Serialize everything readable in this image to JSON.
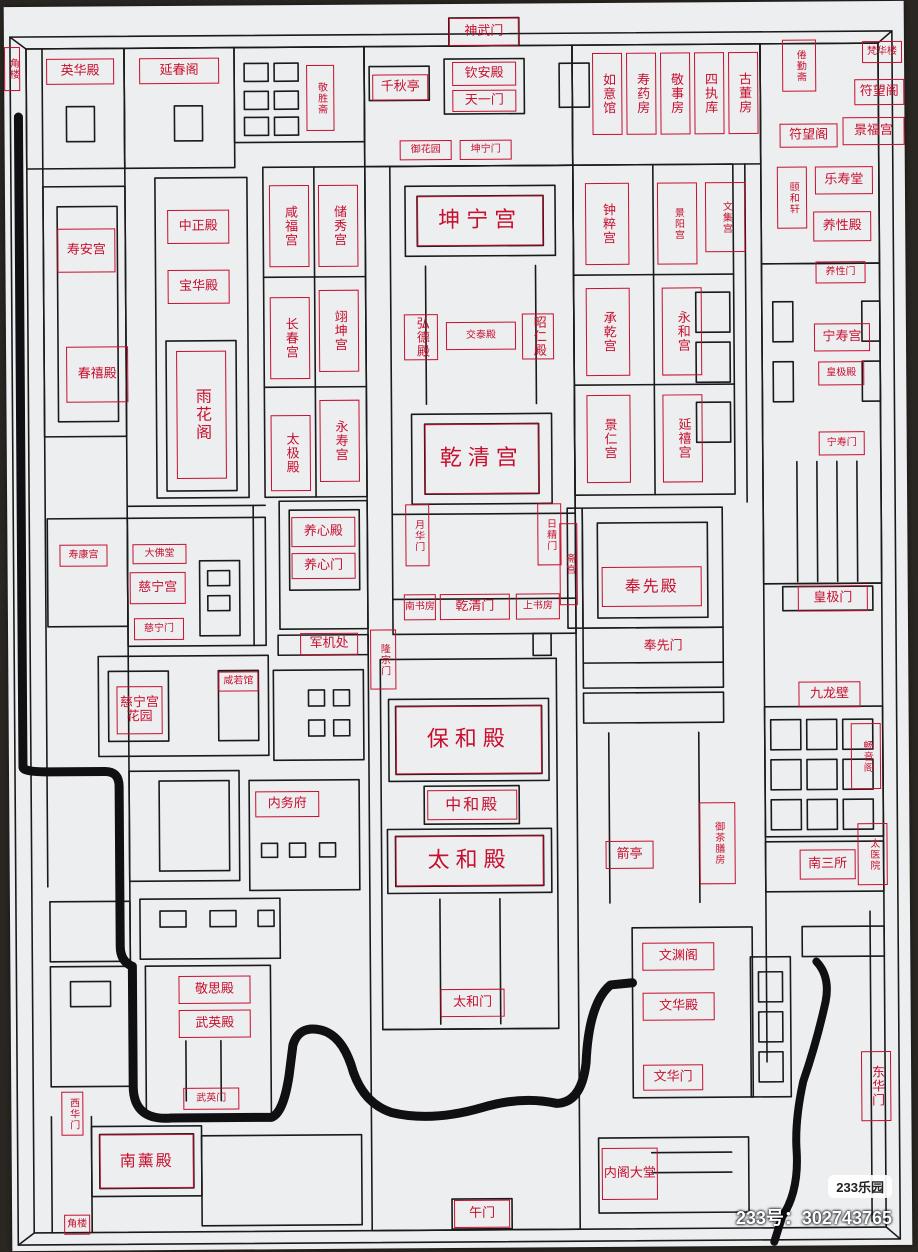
{
  "palette": {
    "ink": "#1a1a1a",
    "label": "#c8102e",
    "paper": "#eceef0",
    "river": "#0f0f14"
  },
  "labels": {
    "shenwumen": "神武门",
    "yinghuadian": "英华殿",
    "yingchunge": "延春阁",
    "shuixiu": "敬胜斋",
    "qianqiuting": "千秋亭",
    "qinandian": "钦安殿",
    "tianyimen": "天一门",
    "ruyiguan": "如意馆",
    "shoukangfang": "寿药房",
    "jingshifang": "敬事房",
    "sizhiku": "四执库",
    "gudongfang": "古董房",
    "yuhuayuan": "御花园",
    "kunningmen": "坤宁门",
    "juanqinzhai": "倦勤斋",
    "fanhualou": "梵华楼",
    "fuwangge": "符望阁",
    "jingqige": "景福宫",
    "shouandian_cn": "寿安宫",
    "chunxidian": "春禧殿",
    "zhongzhengdian": "中正殿",
    "baohuadian": "宝华殿",
    "xianfugong": "咸福宫",
    "chuxiugong": "储秀宫",
    "kunninggong": "坤宁宫",
    "zhongcuigong": "钟粹宫",
    "jingyanggong": "景阳宫",
    "zhongdinggong": "文集宫",
    "yanqulou": "颐和轩",
    "leshoutang": "乐寿堂",
    "yangxingdian": "养性殿",
    "yangxingmen": "养性门",
    "changchungong": "长春宫",
    "yikungong": "翊坤宫",
    "hongdedian": "弘德殿",
    "jiaotaidian": "交泰殿",
    "zhaorendian": "昭仁殿",
    "chengqiangong": "承乾宫",
    "yonghegong": "永和宫",
    "ningshougong": "宁寿宫",
    "huangjidian": "皇极殿",
    "ningshoumen": "宁寿门",
    "yuhuage": "雨花阁",
    "taijidian": "太极殿",
    "yongshougong": "永寿宫",
    "qianqinggong": "乾清宫",
    "jingrengong": "景仁宫",
    "yanxigong": "延禧宫",
    "yuehuamen": "月华门",
    "rijingmen": "日精门",
    "yangxindian": "养心殿",
    "yangxinmen": "养心门",
    "shoukanggong": "寿康宫",
    "dafodian": "大佛堂",
    "cininggong": "慈宁宫",
    "ciningmen": "慈宁门",
    "fengxiandian": "奉先殿",
    "fengxianmen": "奉先门",
    "nanshufang": "南书房",
    "qianqingmen": "乾清门",
    "shangshufang": "上书房",
    "zhaigong": "斋宫",
    "junjichu": "军机处",
    "longzongmen": "隆宗门",
    "huangjimen": "皇极门",
    "jiulongbi": "九龙壁",
    "ciningyuan": "慈宁宫花园",
    "xianruoguan": "咸若馆",
    "baohedian": "保和殿",
    "changyinge": "畅音阁",
    "neiwufu": "内务府",
    "zhonghedian": "中和殿",
    "yuchashanfang": "御茶膳房",
    "jianting": "箭亭",
    "taihedian": "太和殿",
    "nansansuo": "南三所",
    "taiyiyuan": "太医院",
    "wenyuange": "文渊阁",
    "jingsidian": "敬思殿",
    "wuyingdian": "武英殿",
    "taihemen": "太和门",
    "wenhuadian": "文华殿",
    "wuyingmen": "武英门",
    "wenhuamen": "文华门",
    "xihuamen": "西华门",
    "donghuamen": "东华门",
    "nanxundian": "南薰殿",
    "neigedatang": "内阁大堂",
    "wumen": "午门",
    "corner_tl": "角楼",
    "corner_bl": "角楼"
  },
  "watermark": {
    "logo": "233乐园",
    "text": "233号：302743765"
  }
}
